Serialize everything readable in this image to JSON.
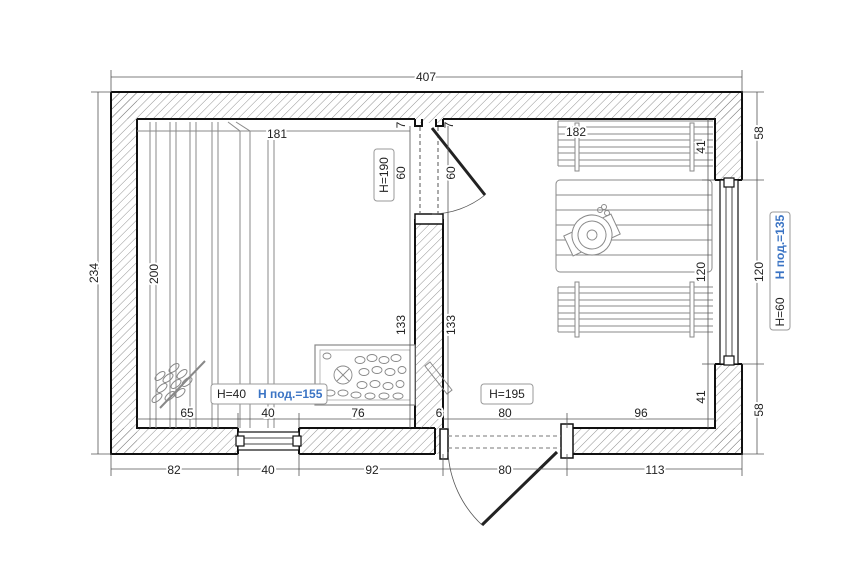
{
  "dimensions": {
    "outer_top": "407",
    "outer_left": "234",
    "steam_room_width": "181",
    "rest_room_width": "182",
    "top_small_left": "7",
    "top_small_right": "7",
    "partition_upper_left": "60",
    "partition_upper_right": "60",
    "bench_length": "200",
    "partition_lower_left": "133",
    "partition_lower_right": "133",
    "steam_bottom_1": "65",
    "steam_bottom_2": "40",
    "steam_bottom_3": "76",
    "partition_thickness": "6",
    "rest_bottom_1": "80",
    "rest_bottom_2": "96",
    "right_inner_top": "41",
    "right_inner_mid": "120",
    "right_inner_bottom": "41",
    "right_outer_top": "58",
    "right_outer_mid": "120",
    "right_outer_bottom": "58",
    "bottom_outer_1": "82",
    "bottom_outer_2": "40",
    "bottom_outer_3": "92",
    "bottom_outer_4": "80",
    "bottom_outer_5": "113"
  },
  "labels": {
    "door_inner_height": "H=190",
    "steam_window_height": "H=40",
    "steam_window_sill": "H под.=155",
    "entrance_door_height": "H=195",
    "rest_window_height": "H=60",
    "rest_window_sill": "H под.=135"
  },
  "icons": {
    "stove": "stove-icon",
    "broom": "birch-broom-icon",
    "table": "table-top-view-icon"
  },
  "colors": {
    "wall": "#111111",
    "accent_label": "#3b74c4",
    "furniture": "#8a8a8a"
  }
}
